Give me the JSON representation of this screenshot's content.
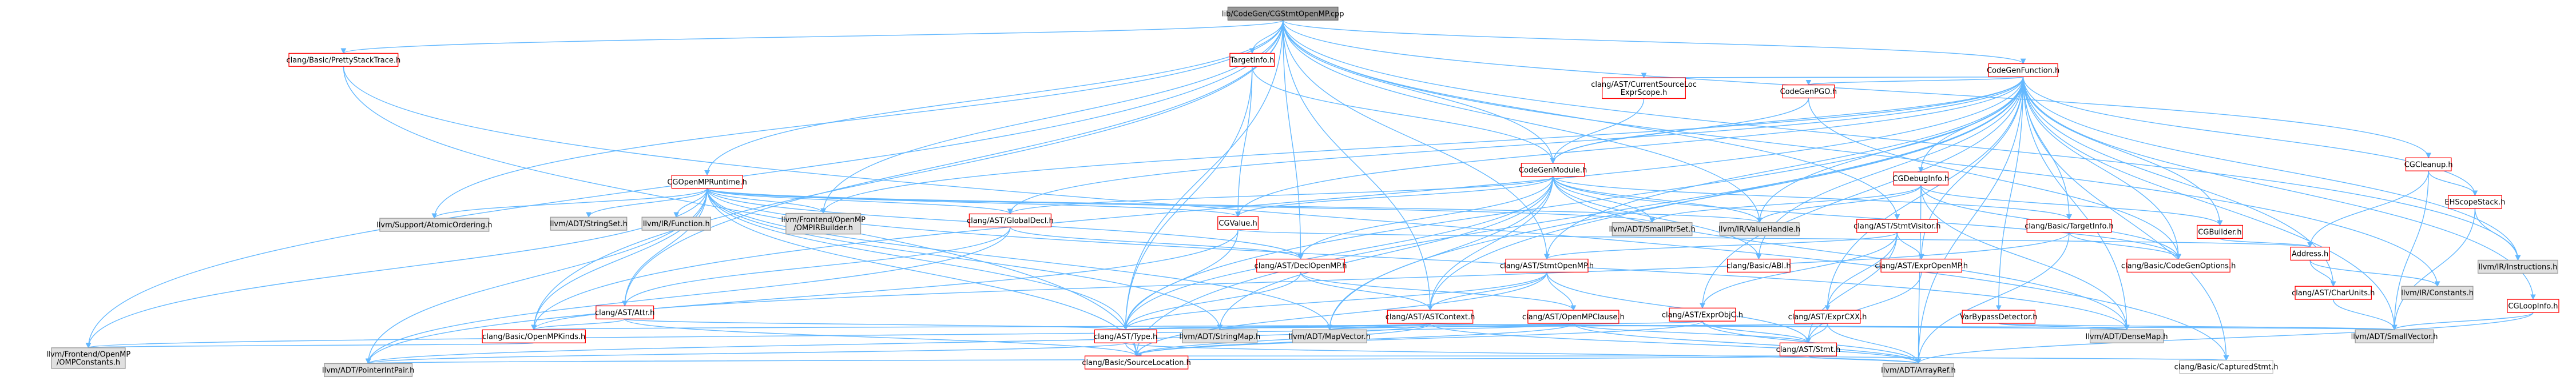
{
  "diagram": {
    "type": "include-dependency-graph",
    "colors": {
      "edge": "#63b8ff",
      "root_fill": "#999999",
      "documented_border": "#ff0000",
      "external_fill": "#e0e0e0",
      "external_border": "#999999"
    },
    "nodes": [
      {
        "id": "root",
        "label": [
          "lib/CodeGen/CGStmtOpenMP.cpp"
        ],
        "kind": "root"
      },
      {
        "id": "prettytrace",
        "label": [
          "clang/Basic/PrettyStackTrace.h"
        ],
        "kind": "red"
      },
      {
        "id": "targetinfo",
        "label": [
          "TargetInfo.h"
        ],
        "kind": "red"
      },
      {
        "id": "codegenfunction",
        "label": [
          "CodeGenFunction.h"
        ],
        "kind": "red"
      },
      {
        "id": "cgcleanup",
        "label": [
          "CGCleanup.h"
        ],
        "kind": "red"
      },
      {
        "id": "curloc",
        "label": [
          "clang/AST/CurrentSourceLoc",
          "ExprScope.h"
        ],
        "kind": "red"
      },
      {
        "id": "codegenpgo",
        "label": [
          "CodeGenPGO.h"
        ],
        "kind": "red"
      },
      {
        "id": "cgopenmpruntime",
        "label": [
          "CGOpenMPRuntime.h"
        ],
        "kind": "red"
      },
      {
        "id": "codegenmodule",
        "label": [
          "CodeGenModule.h"
        ],
        "kind": "red"
      },
      {
        "id": "cgdebuginfo",
        "label": [
          "CGDebugInfo.h"
        ],
        "kind": "red"
      },
      {
        "id": "ehscopestack",
        "label": [
          "EHScopeStack.h"
        ],
        "kind": "red"
      },
      {
        "id": "atomicordering",
        "label": [
          "llvm/Support/AtomicOrdering.h"
        ],
        "kind": "gray"
      },
      {
        "id": "stringset",
        "label": [
          "llvm/ADT/StringSet.h"
        ],
        "kind": "gray"
      },
      {
        "id": "irfunction",
        "label": [
          "llvm/IR/Function.h"
        ],
        "kind": "gray"
      },
      {
        "id": "ompirbuilder",
        "label": [
          "llvm/Frontend/OpenMP",
          "/OMPIRBuilder.h"
        ],
        "kind": "gray"
      },
      {
        "id": "globaldecl",
        "label": [
          "clang/AST/GlobalDecl.h"
        ],
        "kind": "red"
      },
      {
        "id": "cgvalue",
        "label": [
          "CGValue.h"
        ],
        "kind": "red"
      },
      {
        "id": "smallptrset",
        "label": [
          "llvm/ADT/SmallPtrSet.h"
        ],
        "kind": "gray"
      },
      {
        "id": "valuehandle",
        "label": [
          "llvm/IR/ValueHandle.h"
        ],
        "kind": "gray"
      },
      {
        "id": "stmtvisitor",
        "label": [
          "clang/AST/StmtVisitor.h"
        ],
        "kind": "red"
      },
      {
        "id": "basictargetinfo",
        "label": [
          "clang/Basic/TargetInfo.h"
        ],
        "kind": "red"
      },
      {
        "id": "cgbuilder",
        "label": [
          "CGBuilder.h"
        ],
        "kind": "red"
      },
      {
        "id": "address",
        "label": [
          "Address.h"
        ],
        "kind": "red"
      },
      {
        "id": "irinstructions",
        "label": [
          "llvm/IR/Instructions.h"
        ],
        "kind": "gray"
      },
      {
        "id": "declopenmp",
        "label": [
          "clang/AST/DeclOpenMP.h"
        ],
        "kind": "red"
      },
      {
        "id": "stmtopenmp",
        "label": [
          "clang/AST/StmtOpenMP.h"
        ],
        "kind": "red"
      },
      {
        "id": "basicabi",
        "label": [
          "clang/Basic/ABI.h"
        ],
        "kind": "red"
      },
      {
        "id": "expropenmp",
        "label": [
          "clang/AST/ExprOpenMP.h"
        ],
        "kind": "red"
      },
      {
        "id": "codegenoptions",
        "label": [
          "clang/Basic/CodeGenOptions.h"
        ],
        "kind": "red"
      },
      {
        "id": "charunits",
        "label": [
          "clang/AST/CharUnits.h"
        ],
        "kind": "red"
      },
      {
        "id": "irconstants",
        "label": [
          "llvm/IR/Constants.h"
        ],
        "kind": "gray"
      },
      {
        "id": "astattr",
        "label": [
          "clang/AST/Attr.h"
        ],
        "kind": "red"
      },
      {
        "id": "astcontext",
        "label": [
          "clang/AST/ASTContext.h"
        ],
        "kind": "red"
      },
      {
        "id": "openmpclause",
        "label": [
          "clang/AST/OpenMPClause.h"
        ],
        "kind": "red"
      },
      {
        "id": "exprobjc",
        "label": [
          "clang/AST/ExprObjC.h"
        ],
        "kind": "red"
      },
      {
        "id": "exprcxx",
        "label": [
          "clang/AST/ExprCXX.h"
        ],
        "kind": "red"
      },
      {
        "id": "varbypass",
        "label": [
          "VarBypassDetector.h"
        ],
        "kind": "red"
      },
      {
        "id": "cgloopinfo",
        "label": [
          "CGLoopInfo.h"
        ],
        "kind": "red"
      },
      {
        "id": "openmpkinds",
        "label": [
          "clang/Basic/OpenMPKinds.h"
        ],
        "kind": "red"
      },
      {
        "id": "asttype",
        "label": [
          "clang/AST/Type.h"
        ],
        "kind": "red"
      },
      {
        "id": "stringmap",
        "label": [
          "llvm/ADT/StringMap.h"
        ],
        "kind": "gray"
      },
      {
        "id": "mapvector",
        "label": [
          "llvm/ADT/MapVector.h"
        ],
        "kind": "gray"
      },
      {
        "id": "densemap",
        "label": [
          "llvm/ADT/DenseMap.h"
        ],
        "kind": "gray"
      },
      {
        "id": "aststmt",
        "label": [
          "clang/AST/Stmt.h"
        ],
        "kind": "red"
      },
      {
        "id": "smallvector",
        "label": [
          "llvm/ADT/SmallVector.h"
        ],
        "kind": "gray"
      },
      {
        "id": "ompconstants",
        "label": [
          "llvm/Frontend/OpenMP",
          "/OMPConstants.h"
        ],
        "kind": "gray"
      },
      {
        "id": "pointerintpair",
        "label": [
          "llvm/ADT/PointerIntPair.h"
        ],
        "kind": "gray"
      },
      {
        "id": "sourcelocation",
        "label": [
          "clang/Basic/SourceLocation.h"
        ],
        "kind": "red"
      },
      {
        "id": "arrayref",
        "label": [
          "llvm/ADT/ArrayRef.h"
        ],
        "kind": "gray"
      },
      {
        "id": "capturedstmt",
        "label": [
          "clang/Basic/CapturedStmt.h"
        ],
        "kind": "plain"
      }
    ]
  }
}
